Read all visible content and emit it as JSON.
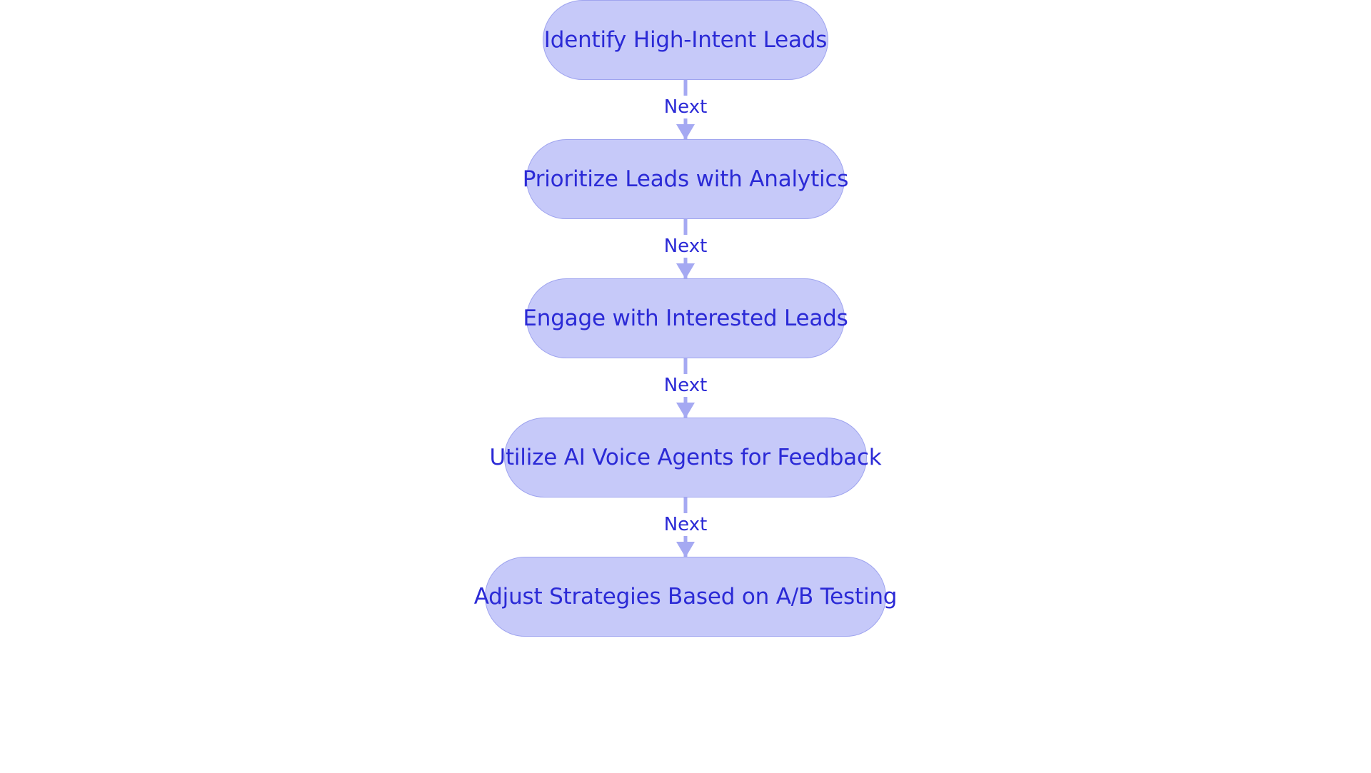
{
  "diagram": {
    "type": "flowchart",
    "orientation": "vertical-top-to-bottom",
    "background_color": "#ffffff",
    "node_fill_color": "#c6c9f9",
    "node_border_color": "#9fa4ef",
    "node_text_color": "#2b2ad6",
    "edge_color": "#a5a9f2",
    "edge_label_color": "#2b2ad6",
    "nodes": [
      {
        "id": "node-1",
        "label": "Identify High-Intent Leads"
      },
      {
        "id": "node-2",
        "label": "Prioritize Leads with Analytics"
      },
      {
        "id": "node-3",
        "label": "Engage with Interested Leads"
      },
      {
        "id": "node-4",
        "label": "Utilize AI Voice Agents for Feedback"
      },
      {
        "id": "node-5",
        "label": "Adjust Strategies Based on A/B Testing"
      }
    ],
    "edges": [
      {
        "id": "edge-1",
        "from": "node-1",
        "to": "node-2",
        "label": "Next"
      },
      {
        "id": "edge-2",
        "from": "node-2",
        "to": "node-3",
        "label": "Next"
      },
      {
        "id": "edge-3",
        "from": "node-3",
        "to": "node-4",
        "label": "Next"
      },
      {
        "id": "edge-4",
        "from": "node-4",
        "to": "node-5",
        "label": "Next"
      }
    ]
  }
}
